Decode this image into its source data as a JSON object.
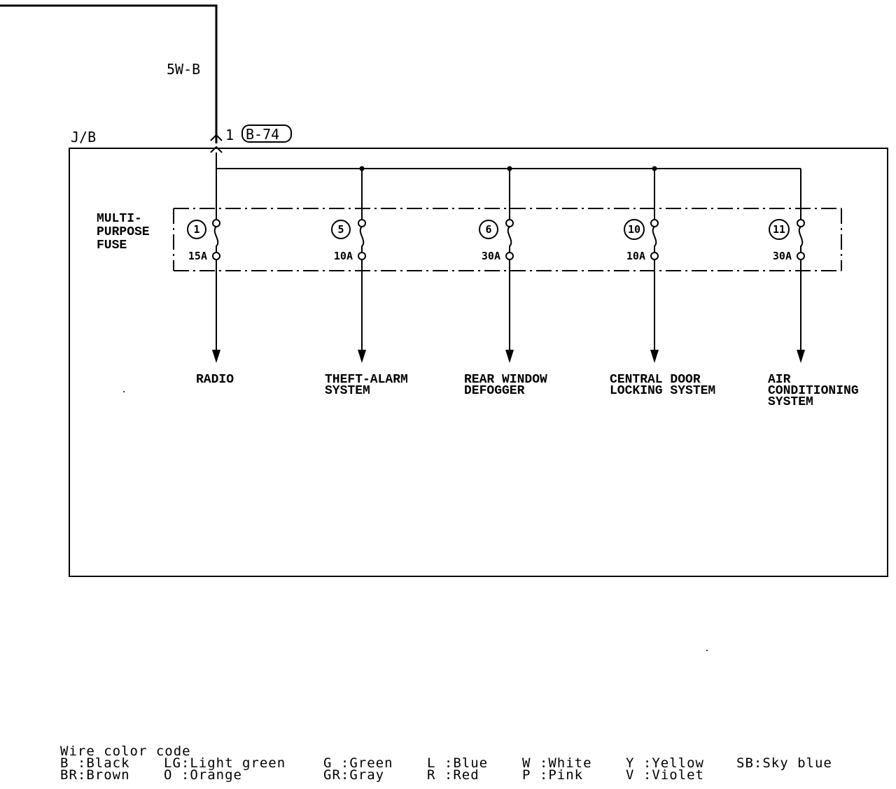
{
  "feed": {
    "wire_code": "5W-B",
    "connector_pin": "1",
    "connector_id": "B-74",
    "block_label": "J/B"
  },
  "fuse_group": {
    "label_lines": [
      "MULTI-",
      "PURPOSE",
      "FUSE"
    ]
  },
  "fuses": [
    {
      "number": "1",
      "rating": "15A",
      "loads": [
        "RADIO"
      ]
    },
    {
      "number": "5",
      "rating": "10A",
      "loads": [
        "THEFT-ALARM",
        "SYSTEM"
      ]
    },
    {
      "number": "6",
      "rating": "30A",
      "loads": [
        "REAR WINDOW",
        "DEFOGGER"
      ]
    },
    {
      "number": "10",
      "rating": "10A",
      "loads": [
        "CENTRAL DOOR",
        "LOCKING SYSTEM"
      ]
    },
    {
      "number": "11",
      "rating": "30A",
      "loads": [
        "AIR",
        "CONDITIONING",
        "SYSTEM"
      ]
    }
  ],
  "legend": {
    "title": "Wire color code",
    "rows": [
      [
        "B :Black",
        "LG:Light green",
        "G :Green",
        "L :Blue",
        "W :White",
        "Y :Yellow",
        "SB:Sky blue"
      ],
      [
        "BR:Brown",
        "O :Orange",
        "GR:Gray",
        "R :Red",
        "P :Pink",
        "V :Violet"
      ]
    ]
  }
}
